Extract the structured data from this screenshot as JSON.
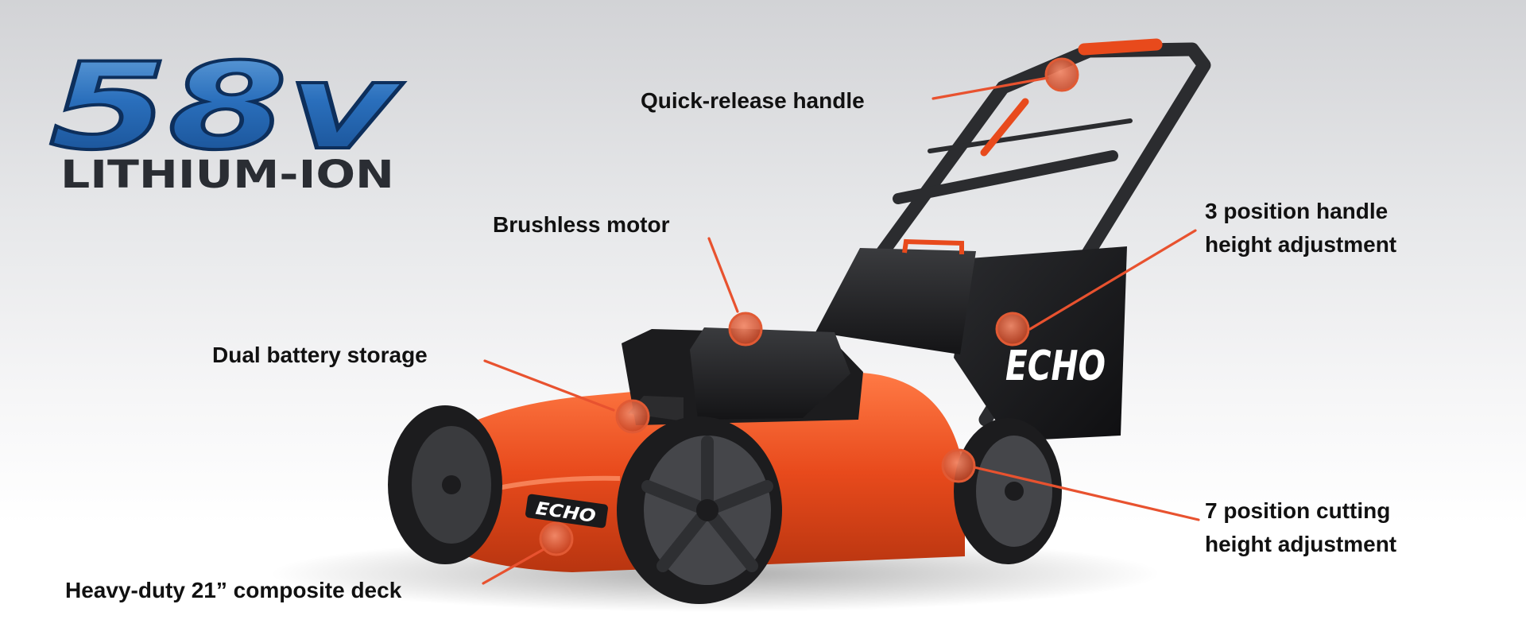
{
  "logo": {
    "voltage": "58v",
    "subtitle": "LITHIUM-ION"
  },
  "brand_mark": "ECHO",
  "features": [
    {
      "key": "quick_release",
      "label": "Quick-release handle"
    },
    {
      "key": "brushless_motor",
      "label": "Brushless motor"
    },
    {
      "key": "dual_battery",
      "label": "Dual battery storage"
    },
    {
      "key": "deck",
      "label": "Heavy-duty 21” composite deck"
    },
    {
      "key": "handle_height",
      "label_line1": "3 position handle",
      "label_line2": "height adjustment"
    },
    {
      "key": "cutting_height",
      "label_line1": "7 position cutting",
      "label_line2": "height adjustment"
    }
  ],
  "colors": {
    "accent_orange": "#e8522f",
    "deck_orange": "#e84a1c",
    "logo_blue": "#1f5fa8",
    "logo_dark": "#2a2d33",
    "text": "#111111"
  }
}
